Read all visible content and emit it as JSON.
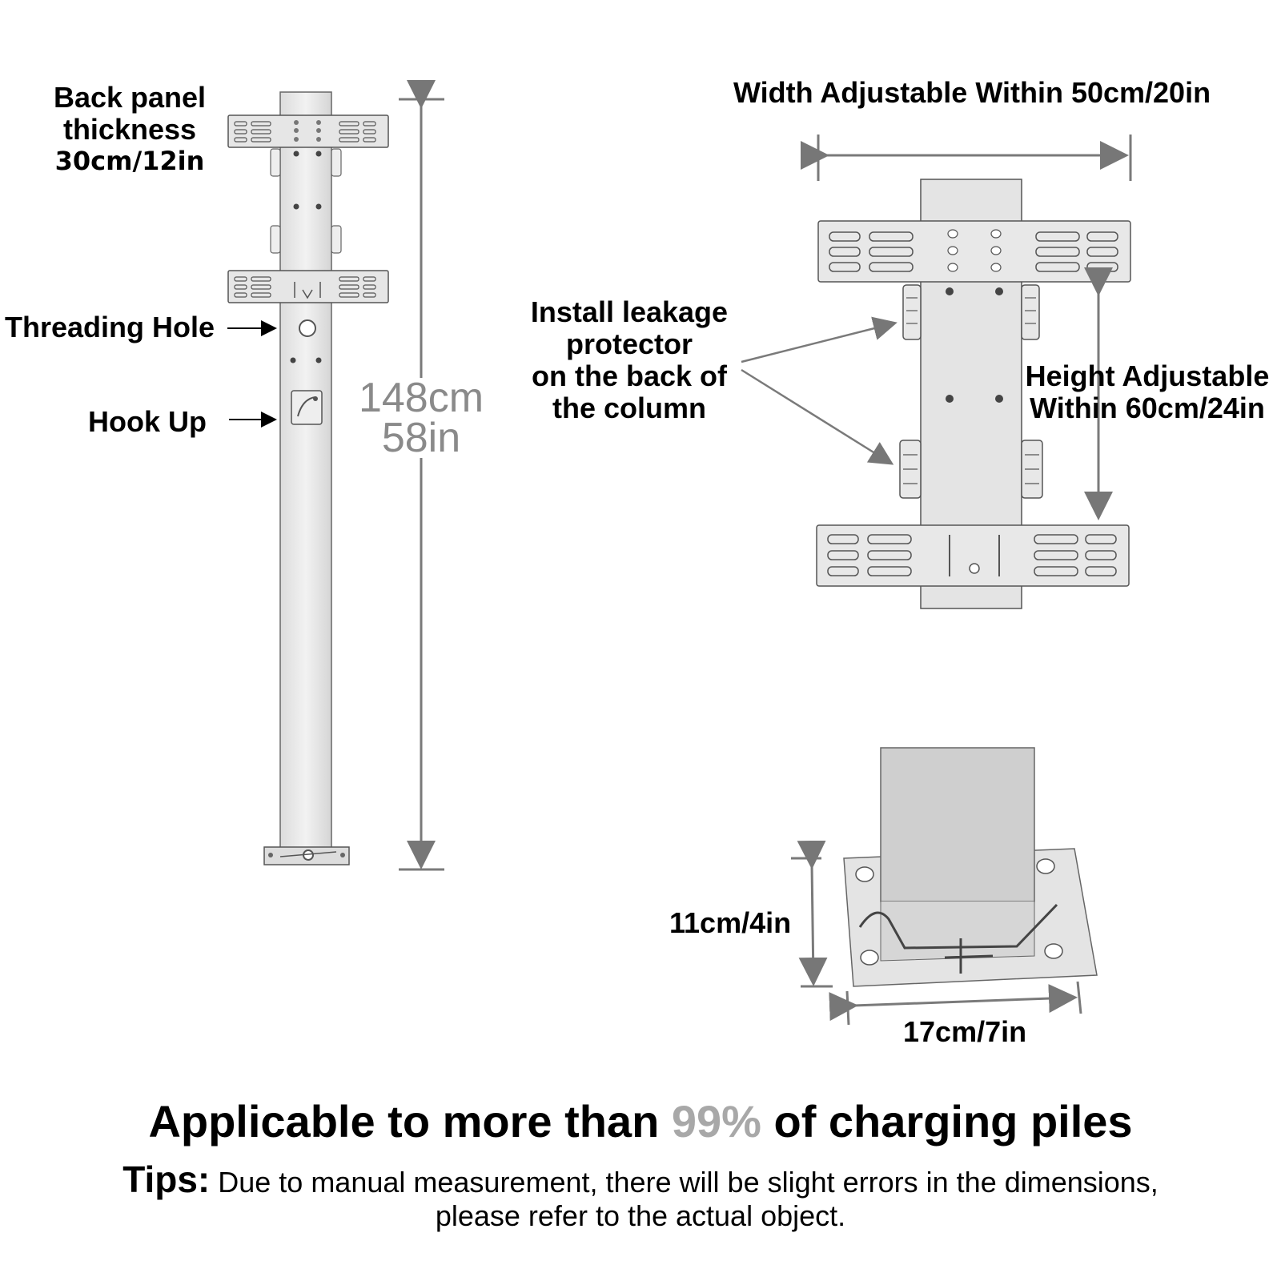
{
  "labels": {
    "back_panel_line1": "Back panel",
    "back_panel_line2": "thickness",
    "back_panel_size": "30cm/12in",
    "threading_hole": "Threading Hole",
    "hook_up": "Hook Up",
    "height_cm": "148cm",
    "height_in": "58in",
    "width_adjustable": "Width Adjustable Within 50cm/20in",
    "install_line1": "Install leakage",
    "install_line2": "protector",
    "install_line3": "on the back of",
    "install_line4": "the column",
    "height_adj_line1": "Height Adjustable",
    "height_adj_line2": "Within 60cm/24in",
    "base_height": "11cm/4in",
    "base_width": "17cm/7in"
  },
  "headline": {
    "before": "Applicable to more than ",
    "percent": "99%",
    "after": " of charging piles"
  },
  "tips": {
    "label": "Tips:",
    "line1": " Due to manual measurement, there will be slight errors in the dimensions,",
    "line2": "please refer to the actual object."
  }
}
